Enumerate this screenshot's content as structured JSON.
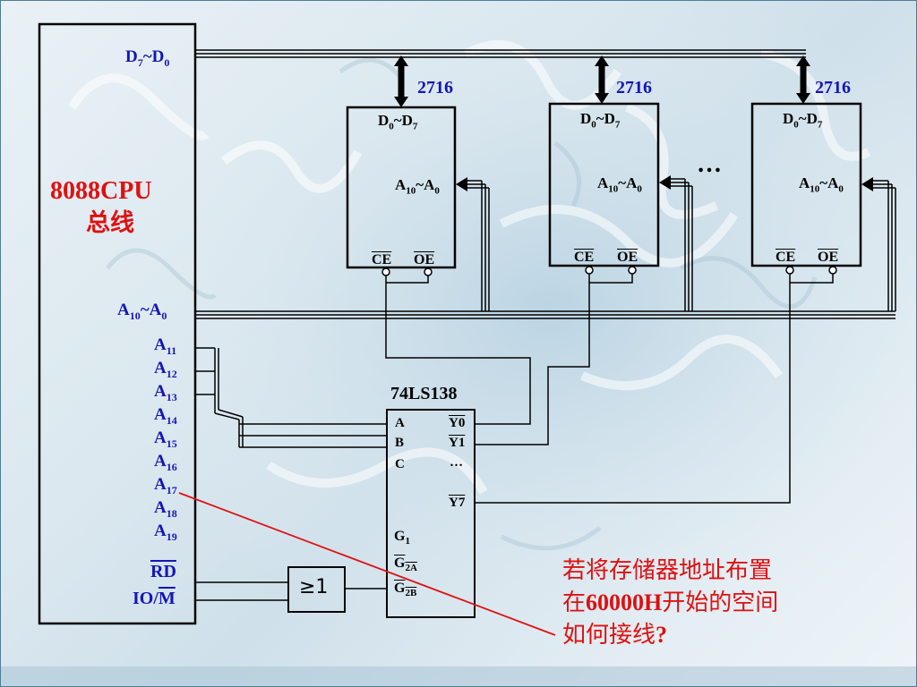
{
  "cpu": {
    "title": "8088CPU",
    "subtitle": "总线",
    "data_bus": {
      "main": "D",
      "s1": "7",
      "mid": "~D",
      "s2": "0"
    },
    "addr_bus": {
      "main": "A",
      "s1": "10",
      "mid": "~A",
      "s2": "0"
    },
    "addr_lines": [
      {
        "main": "A",
        "sub": "11"
      },
      {
        "main": "A",
        "sub": "12"
      },
      {
        "main": "A",
        "sub": "13"
      },
      {
        "main": "A",
        "sub": "14"
      },
      {
        "main": "A",
        "sub": "15"
      },
      {
        "main": "A",
        "sub": "16"
      },
      {
        "main": "A",
        "sub": "17"
      },
      {
        "main": "A",
        "sub": "18"
      },
      {
        "main": "A",
        "sub": "19"
      }
    ],
    "rd": "RD",
    "iom_pre": "IO/",
    "iom_bar": "M"
  },
  "chips": [
    {
      "name": "2716",
      "data": {
        "main": "D",
        "s1": "0",
        "mid": "~D",
        "s2": "7"
      },
      "addr": {
        "main": "A",
        "s1": "10",
        "mid": "~A",
        "s2": "0"
      },
      "ce": "CE",
      "oe": "OE"
    },
    {
      "name": "2716",
      "data": {
        "main": "D",
        "s1": "0",
        "mid": "~D",
        "s2": "7"
      },
      "addr": {
        "main": "A",
        "s1": "10",
        "mid": "~A",
        "s2": "0"
      },
      "ce": "CE",
      "oe": "OE"
    },
    {
      "name": "2716",
      "data": {
        "main": "D",
        "s1": "0",
        "mid": "~D",
        "s2": "7"
      },
      "addr": {
        "main": "A",
        "s1": "10",
        "mid": "~A",
        "s2": "0"
      },
      "ce": "CE",
      "oe": "OE"
    }
  ],
  "ellipsis_chips": "…",
  "decoder": {
    "name": "74LS138",
    "in_a": "A",
    "in_b": "B",
    "in_c": "C",
    "y0": "Y0",
    "y1": "Y1",
    "y_dots": "…",
    "y7": "Y7",
    "g1": {
      "main": "G",
      "sub": "1"
    },
    "g2a": {
      "main": "G",
      "sub": "2A"
    },
    "g2b": {
      "main": "G",
      "sub": "2B"
    }
  },
  "or_gate": "≥1",
  "note": {
    "line1": "若将存储器地址布置",
    "line2_pre": "在",
    "line2_addr": "60000H",
    "line2_post": "开始的空间",
    "line3_pre": "如何接线",
    "line3_q": "?"
  },
  "colors": {
    "label_blue": "#1515b8",
    "note_red": "#e01010",
    "wire": "#000000"
  }
}
